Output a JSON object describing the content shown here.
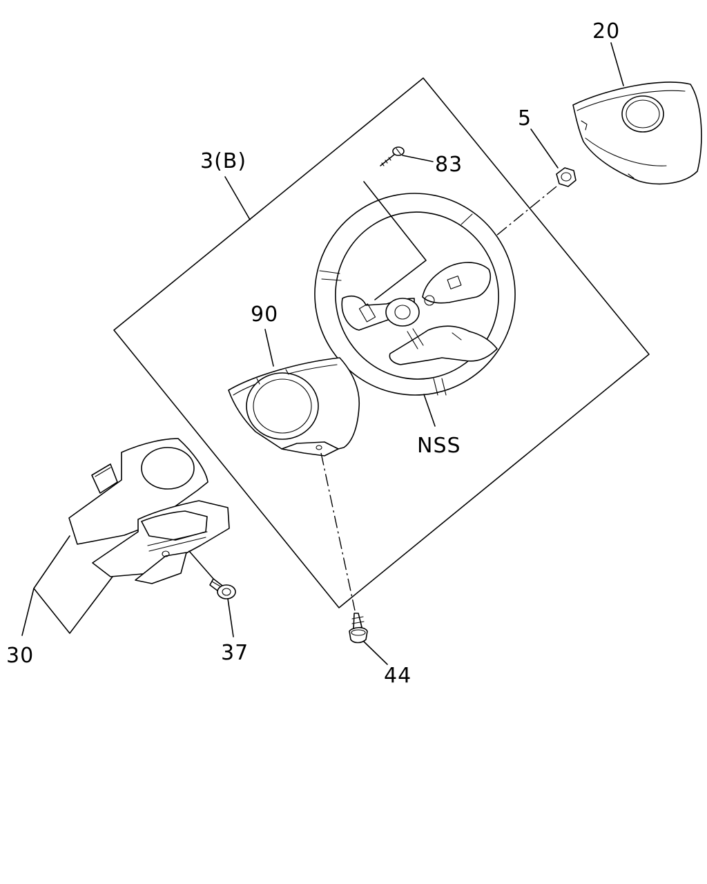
{
  "diagram": {
    "callouts": [
      {
        "id": "20",
        "label": "20"
      },
      {
        "id": "5",
        "label": "5"
      },
      {
        "id": "3b",
        "label": "3(B)"
      },
      {
        "id": "83",
        "label": "83"
      },
      {
        "id": "90",
        "label": "90"
      },
      {
        "id": "nss",
        "label": "NSS"
      },
      {
        "id": "30",
        "label": "30"
      },
      {
        "id": "37",
        "label": "37"
      },
      {
        "id": "44",
        "label": "44"
      }
    ]
  }
}
